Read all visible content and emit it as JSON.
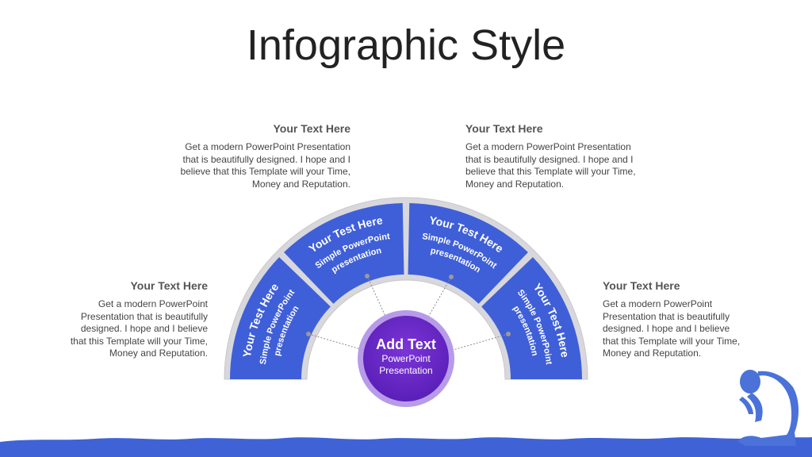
{
  "title": "Infographic Style",
  "blocks": [
    {
      "heading": "Your Text  Here",
      "body": [
        "Get a modern PowerPoint",
        "Presentation that is beautifully",
        "designed. I hope and I believe",
        "that this Template will your Time,",
        "Money and Reputation."
      ]
    },
    {
      "heading": "Your Text  Here",
      "body": [
        "Get a modern PowerPoint  Presentation",
        "that is beautifully designed. I hope and I",
        "believe that this Template will your Time,",
        "Money and Reputation."
      ]
    },
    {
      "heading": "Your Text  Here",
      "body": [
        "Get a modern PowerPoint  Presentation",
        "that is beautifully designed. I hope and I",
        "believe that this Template will your Time,",
        "Money and Reputation."
      ]
    },
    {
      "heading": "Your Text  Here",
      "body": [
        "Get a modern PowerPoint",
        "Presentation that is beautifully",
        "designed. I hope and I believe",
        "that this Template will your Time,",
        "Money and Reputation."
      ]
    }
  ],
  "segments": [
    {
      "title": "Your Test  Here",
      "line1": "Simple PowerPoint",
      "line2": "presentation"
    },
    {
      "title": "Your Test  Here",
      "line1": "Simple PowerPoint",
      "line2": "presentation"
    },
    {
      "title": "Your Test  Here",
      "line1": "Simple PowerPoint",
      "line2": "presentation"
    },
    {
      "title": "Your Test  Here",
      "line1": "Simple PowerPoint",
      "line2": "presentation"
    }
  ],
  "center": {
    "title": "Add Text",
    "line1": "PowerPoint",
    "line2": "Presentation"
  },
  "colors": {
    "segment": "#3f5fd8",
    "frame": "#d5d5d8",
    "center": "#6a28c8",
    "center_ring": "#b79be8",
    "ground": "#3f62d6",
    "figure": "#4a72d8"
  },
  "icons": {
    "figure": "kneeling-person-icon"
  }
}
